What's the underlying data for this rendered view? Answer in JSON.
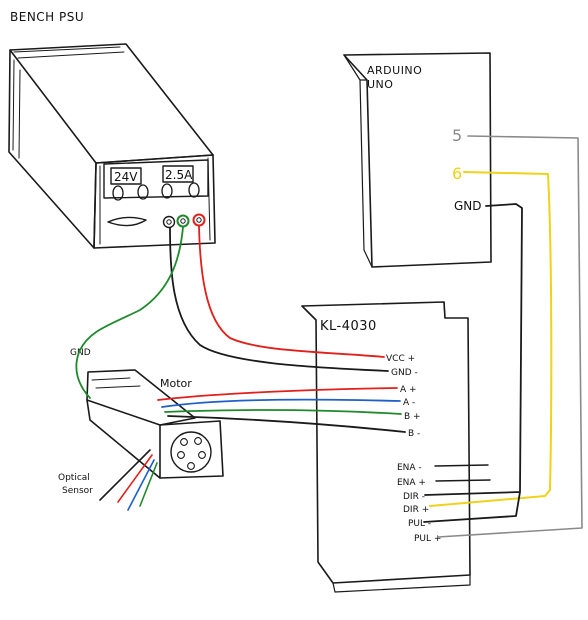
{
  "psu": {
    "title": "BENCH PSU",
    "voltage_display": "24V",
    "current_display": "2.5A"
  },
  "arduino": {
    "name_line1": "ARDUINO",
    "name_line2": "UNO",
    "pins": {
      "p5": "5",
      "p6": "6",
      "gnd": "GND"
    }
  },
  "driver": {
    "name": "KL-4030",
    "motor_pins": [
      "VCC +",
      "GND -",
      "A +",
      "A -",
      "B +",
      "B -"
    ],
    "control_pins": [
      "ENA -",
      "ENA +",
      "DIR -",
      "DIR +",
      "PUL -",
      "PUL +"
    ]
  },
  "motor": {
    "label": "Motor",
    "gnd_label": "GND"
  },
  "sensor": {
    "label_line1": "Optical",
    "label_line2": "Sensor"
  },
  "colors": {
    "ink": "#1a1a1a",
    "red": "#e0201c",
    "green": "#1f8a2c",
    "blue": "#1f5fc8",
    "yellow": "#f0d21a",
    "gray": "#8a8a8a"
  }
}
